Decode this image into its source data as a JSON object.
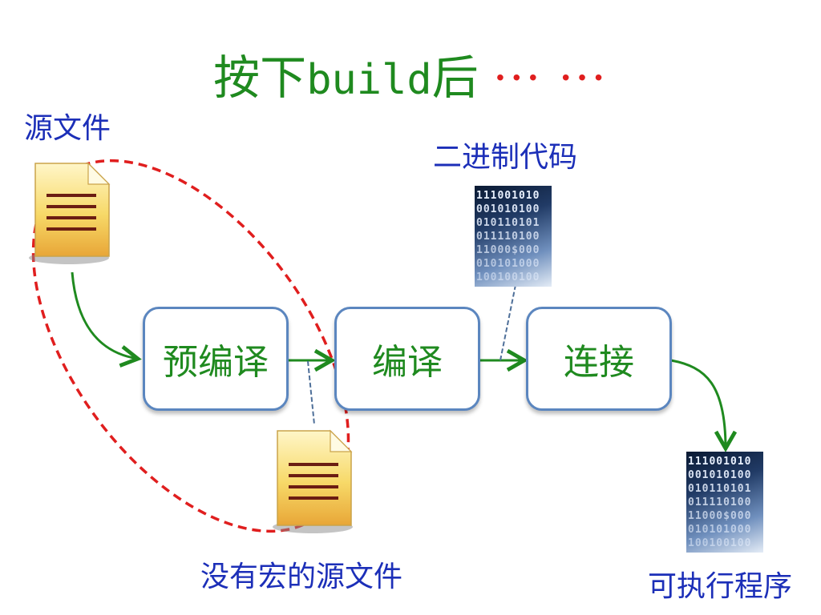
{
  "slide": {
    "title_main": "按下",
    "title_keyword": "build",
    "title_suffix": "后",
    "title_ellipsis": "··· ···"
  },
  "labels": {
    "source_file": "源文件",
    "binary_code": "二进制代码",
    "no_macro_source": "没有宏的源文件",
    "executable": "可执行程序"
  },
  "stages": [
    {
      "label": "预编译"
    },
    {
      "label": "编译"
    },
    {
      "label": "连接"
    }
  ],
  "binary_texture": [
    "111001010",
    "001010100",
    "010110101",
    "011110100",
    "11000$000",
    "010101000",
    "100100100"
  ],
  "colors": {
    "title": "#1f8a1f",
    "ellipsis": "#e01e1e",
    "labels": "#1c2fb8",
    "stage_border": "#5b86bf",
    "stage_text": "#1f8a1f",
    "arrow": "#1f8a1f",
    "dashed_ellipse": "#e01e1e"
  }
}
